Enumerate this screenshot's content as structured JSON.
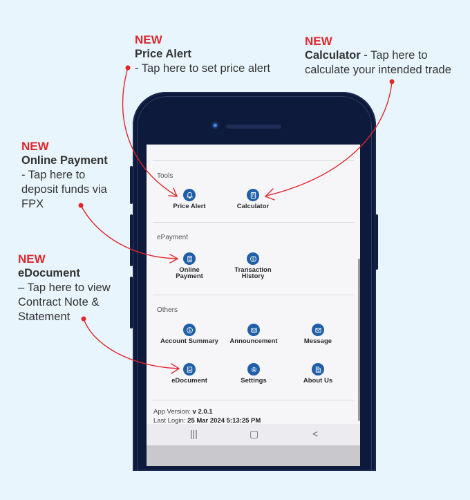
{
  "callouts": {
    "price_alert": {
      "new": "NEW",
      "title": "Price Alert",
      "desc": " - Tap here to set price alert"
    },
    "calculator": {
      "new": "NEW",
      "title": "Calculator",
      "desc": " - Tap here to calculate your intended trade"
    },
    "online_payment": {
      "new": "NEW",
      "title": "Online Payment",
      "desc": "- Tap here to deposit funds via FPX"
    },
    "edocument": {
      "new": "NEW",
      "title": "eDocument",
      "desc": "– Tap here to view Contract Note & Statement"
    }
  },
  "sections": {
    "tools": {
      "title": "Tools",
      "items": [
        {
          "label": "Price Alert",
          "icon": "bell-icon"
        },
        {
          "label": "Calculator",
          "icon": "calculator-icon"
        }
      ]
    },
    "epayment": {
      "title": "ePayment",
      "items": [
        {
          "label": "Online Payment",
          "icon": "card-icon"
        },
        {
          "label": "Transaction History",
          "icon": "dollar-icon"
        }
      ]
    },
    "others": {
      "title": "Others",
      "items": [
        {
          "label": "Account Summary",
          "icon": "dollar-icon"
        },
        {
          "label": "Announcement",
          "icon": "keyboard-icon"
        },
        {
          "label": "Message",
          "icon": "envelope-icon"
        },
        {
          "label": "eDocument",
          "icon": "document-icon"
        },
        {
          "label": "Settings",
          "icon": "gear-icon"
        },
        {
          "label": "About Us",
          "icon": "building-icon"
        }
      ]
    }
  },
  "footer": {
    "version_label": "App Version:",
    "version_value": "v 2.0.1",
    "login_label": "Last Login:",
    "login_value": "25 Mar 2024 5:13:25 PM"
  },
  "navbar": {
    "recent": "|||",
    "home": "▢",
    "back": "<"
  },
  "colors": {
    "accent_red": "#e0262c",
    "icon_blue": "#1f5fa8",
    "phone_body": "#0e1a3c",
    "background": "#e8f5fd"
  }
}
